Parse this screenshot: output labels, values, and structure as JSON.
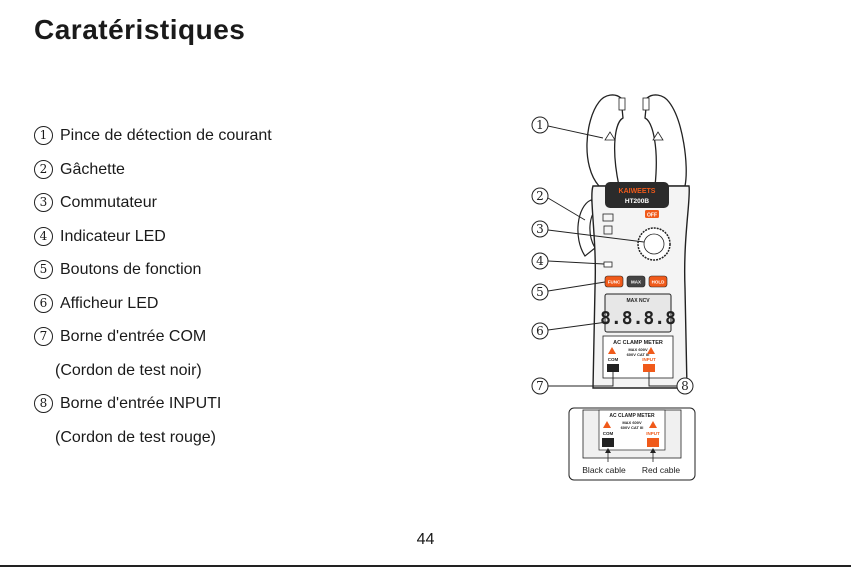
{
  "title": "Caratéristiques",
  "features": [
    {
      "num": "1",
      "text": "Pince de détection de courant"
    },
    {
      "num": "2",
      "text": "Gâchette"
    },
    {
      "num": "3",
      "text": "Commutateur"
    },
    {
      "num": "4",
      "text": "Indicateur LED"
    },
    {
      "num": "5",
      "text": "Boutons de fonction"
    },
    {
      "num": "6",
      "text": "Afficheur LED"
    },
    {
      "num": "7",
      "text": "Borne d'entrée COM"
    },
    {
      "num": "",
      "text": "(Cordon de test noir)"
    },
    {
      "num": "8",
      "text": "Borne d'entrée INPUTI"
    },
    {
      "num": "",
      "text": "(Cordon de test rouge)"
    }
  ],
  "diagram": {
    "callouts": [
      "1",
      "2",
      "3",
      "4",
      "5",
      "6",
      "7",
      "8"
    ],
    "brand": "KAIWEETS",
    "model": "HT200B",
    "off_label": "OFF",
    "buttons": [
      "FUNC",
      "MAX",
      "HOLD"
    ],
    "display_digits": "8.8.8.8",
    "display_status": "MAX NCV",
    "panel_label": "AC CLAMP METER",
    "rating_line1": "MAX 600V",
    "rating_line2": "600V CAT III",
    "com_label": "COM",
    "input_label": "INPUT",
    "black_cable": "Black cable",
    "red_cable": "Red cable",
    "colors": {
      "accent_orange": "#f05a1a",
      "body_dark": "#2b2b2b"
    }
  },
  "page_number": "44"
}
